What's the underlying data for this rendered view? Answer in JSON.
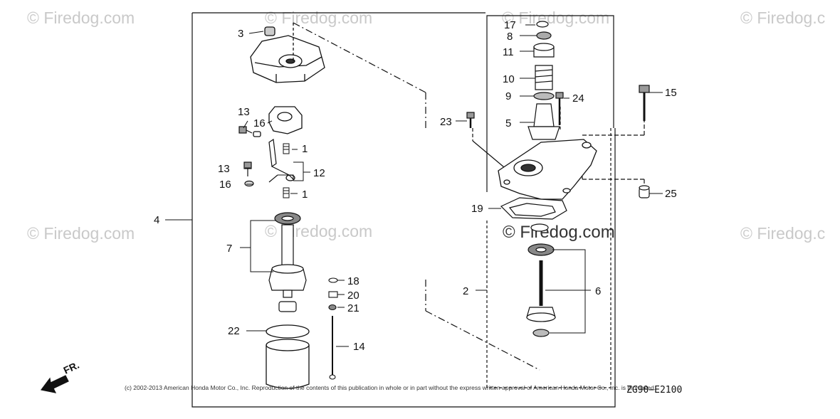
{
  "watermarks": [
    "© Firedog.com",
    "© Firedog.com",
    "© Firedog.c",
    "© Firedog.com",
    "© Firedog.com",
    "© Firedog.com",
    "© Firedog.c",
    "© Firedog.com"
  ],
  "copyright": "(c) 2002-2013 American Honda Motor Co., Inc. Reproduction of the contents of this publication in whole or in part without the express written approval of American Honda Motor Co., Inc. is prohibited.",
  "diagram_code": "ZG90−E2100",
  "direction_label": "FR.",
  "part_labels": [
    "1",
    "1",
    "2",
    "3",
    "4",
    "5",
    "6",
    "7",
    "8",
    "9",
    "10",
    "11",
    "12",
    "13",
    "13",
    "14",
    "15",
    "16",
    "16",
    "17",
    "18",
    "19",
    "20",
    "21",
    "22",
    "23",
    "24",
    "25"
  ]
}
